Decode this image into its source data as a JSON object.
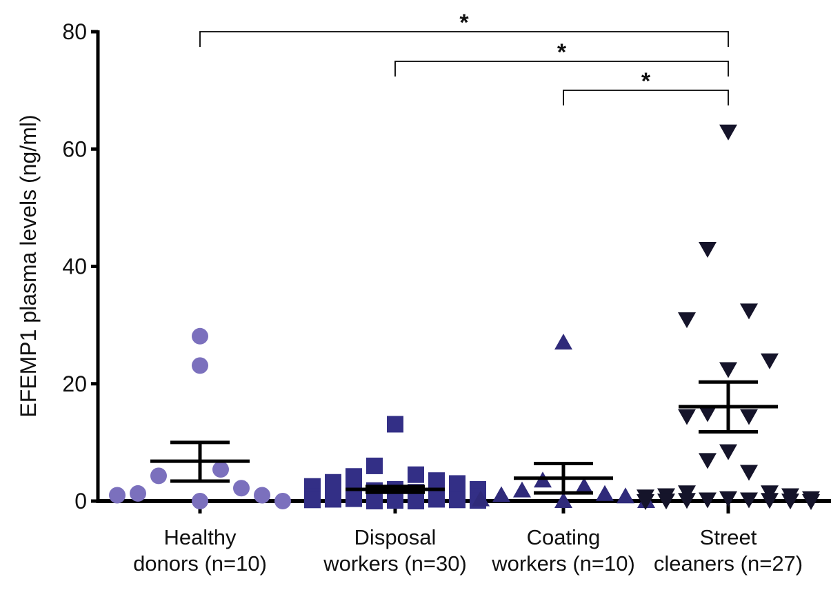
{
  "chart_data": {
    "type": "scatter",
    "title": "",
    "xlabel": "",
    "ylabel": "EFEMP1 plasma levels (ng/ml)",
    "ylim": [
      0,
      80
    ],
    "yticks": [
      "0",
      "20",
      "40",
      "60",
      "80"
    ],
    "grid": false,
    "legend": "none",
    "categories": [
      [
        "Healthy",
        "donors (n=10)"
      ],
      [
        "Disposal",
        "workers (n=30)"
      ],
      [
        "Coating",
        "workers (n=10)"
      ],
      [
        "Street",
        "cleaners (n=27)"
      ]
    ],
    "series": [
      {
        "marker": "circle",
        "color": "#7b70bd",
        "values": [
          28.1,
          23.1,
          5.4,
          4.3,
          2.2,
          1.3,
          1.0,
          1.0,
          0,
          0
        ],
        "mean": 6.8,
        "sem_upper": 10.0,
        "sem_lower": 3.4
      },
      {
        "marker": "square",
        "color": "#332f86",
        "values": [
          13.1,
          6.0,
          4.5,
          4.2,
          3.5,
          3.2,
          3.0,
          2.5,
          2.0,
          2.0,
          1.8,
          1.5,
          1.5,
          1.2,
          1.0,
          1.0,
          0.8,
          0.8,
          0.6,
          0.5,
          0.5,
          0.4,
          0.3,
          0.3,
          0.2,
          0.2,
          0.1,
          0.1,
          0,
          0
        ],
        "mean": 2.0,
        "sem_upper": 2.5,
        "sem_lower": 1.5
      },
      {
        "marker": "triangle-up",
        "color": "#2f2a7a",
        "values": [
          27.0,
          3.5,
          2.5,
          1.8,
          1.2,
          1.0,
          0.8,
          0.3,
          0,
          0
        ],
        "mean": 3.9,
        "sem_upper": 6.4,
        "sem_lower": 1.4
      },
      {
        "marker": "triangle-down",
        "color": "#15142a",
        "values": [
          63.0,
          43.0,
          32.5,
          31.0,
          24.0,
          22.5,
          15.0,
          14.5,
          14.5,
          8.5,
          7.0,
          5.0,
          1.5,
          1.5,
          1.0,
          1.0,
          0.8,
          0.5,
          0.5,
          0.3,
          0.3,
          0.2,
          0.2,
          0.1,
          0.1,
          0,
          0
        ],
        "mean": 16.1,
        "sem_upper": 20.3,
        "sem_lower": 11.8
      }
    ],
    "significance": [
      {
        "from": 0,
        "to": 3,
        "y": 80,
        "label": "*"
      },
      {
        "from": 1,
        "to": 3,
        "y": 75,
        "label": "*"
      },
      {
        "from": 2,
        "to": 3,
        "y": 70,
        "label": "*"
      }
    ]
  }
}
